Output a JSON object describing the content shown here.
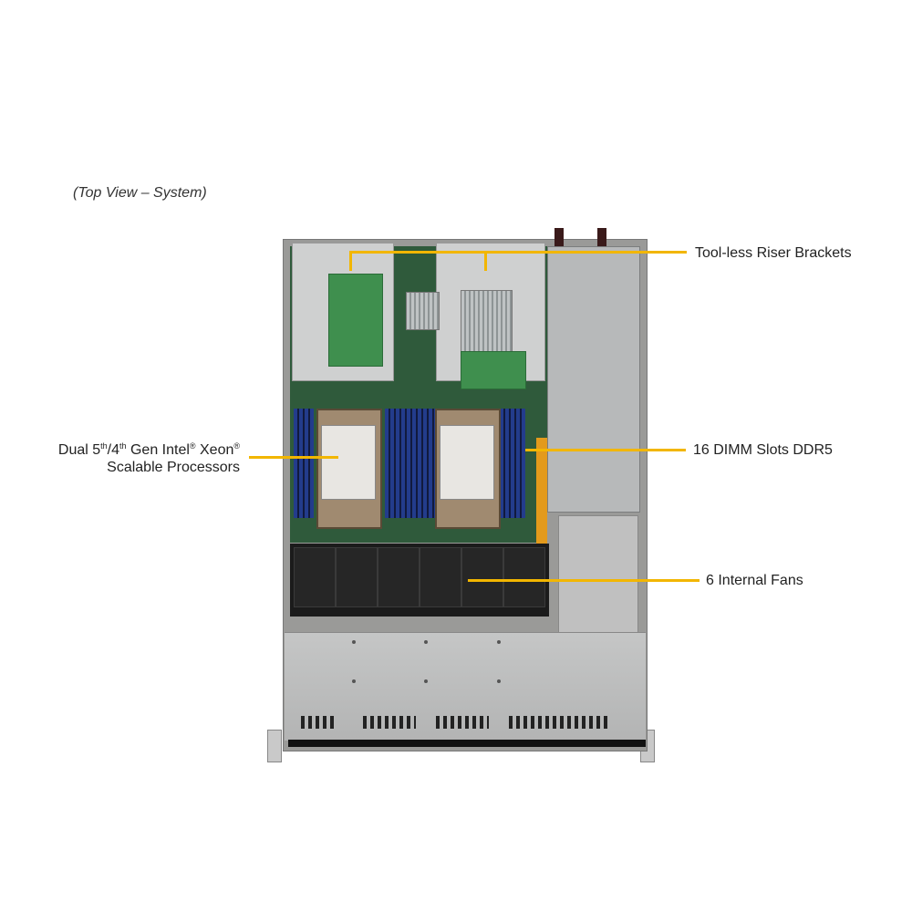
{
  "caption": "(Top View – System)",
  "callouts": {
    "riser": {
      "text": "Tool-less Riser Brackets"
    },
    "cpu": {
      "line1_a": "Dual 5",
      "line1_sup1": "th",
      "line1_b": "/4",
      "line1_sup2": "th",
      "line1_c": " Gen Intel",
      "line1_sup3": "®",
      "line1_d": " Xeon",
      "line1_sup4": "®",
      "line2": "Scalable Processors"
    },
    "dimm": {
      "text": "16 DIMM  Slots DDR5"
    },
    "fans": {
      "text": "6 Internal  Fans"
    }
  },
  "colors": {
    "leader_line": "#f2b600",
    "text": "#222222"
  },
  "image": {
    "subject": "server-top-view",
    "cpu_count": 2,
    "dimm_slots": 16,
    "internal_fans": 6
  }
}
